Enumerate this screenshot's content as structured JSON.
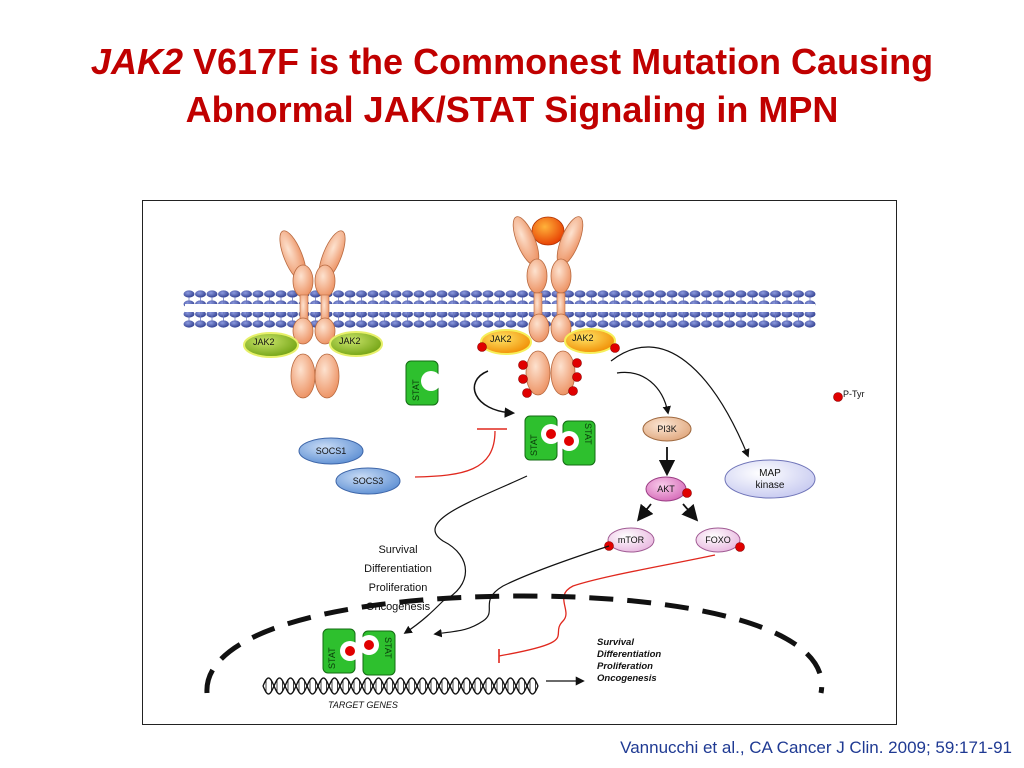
{
  "slide": {
    "title": {
      "gene": "JAK2",
      "line1_rest": " V617F is the Commonest  Mutation Causing",
      "line2": "Abnormal JAK/STAT Signaling  in MPN"
    },
    "citation": "Vannucchi et al., CA Cancer J Clin. 2009; 59:171-91"
  },
  "diagram": {
    "jak_label": "JAK2",
    "stat_label": "STAT",
    "ptyr_legend": "P-Tyr",
    "socs1": "SOCS1",
    "socs3": "SOCS3",
    "pi3k": "PI3K",
    "akt": "AKT",
    "mtor": "mTOR",
    "foxo": "FOXO",
    "map_kinase_line1": "MAP",
    "map_kinase_line2": "kinase",
    "outcomes_left": [
      "Survival",
      "Differentiation",
      "Proliferation",
      "Oncogenesis"
    ],
    "outcomes_right": [
      "Survival",
      "Differentiation",
      "Proliferation",
      "Oncogenesis"
    ],
    "target_genes": "TARGET GENES",
    "colors": {
      "title": "#c00000",
      "citation": "#1f3a93",
      "membrane": "#3d4d9e",
      "receptor": "#f2a27a",
      "jak_inactive": "#8dbf1f",
      "jak_active": "#f6c400",
      "stat": "#2ec02e",
      "ptyr": "#e00000",
      "socs": "#6f9ad6",
      "inhibition": "#e0281e"
    }
  }
}
